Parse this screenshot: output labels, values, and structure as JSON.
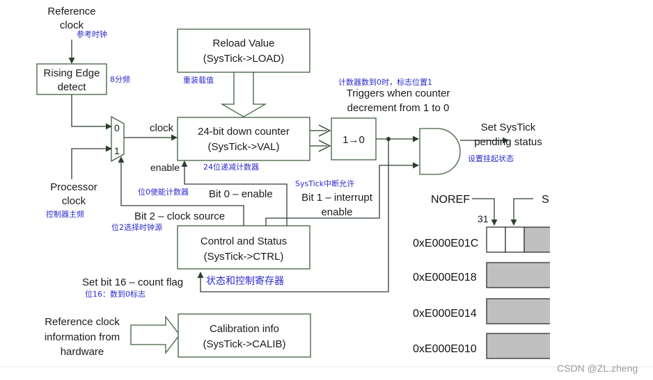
{
  "reference_clock": {
    "line1": "Reference",
    "line2": "clock",
    "cn": "参考时钟"
  },
  "rising_edge": {
    "line1": "Rising Edge",
    "line2": "detect",
    "cn": "8分频"
  },
  "mux": {
    "input0": "0",
    "input1": "1",
    "clock_label": "clock"
  },
  "processor_clock": {
    "line1": "Processor",
    "line2": "clock",
    "cn": "控制器主频"
  },
  "reload": {
    "line1": "Reload Value",
    "line2": "(SysTick->LOAD)",
    "cn": "重装载值"
  },
  "counter": {
    "line1": "24-bit down counter",
    "line2": "(SysTick->VAL)",
    "cn": "24位递减计数器",
    "enable": "enable"
  },
  "trigger": {
    "label": "1→0",
    "cn": "计数器数到0时，标志位置1",
    "line1": "Triggers when counter",
    "line2": "decrement from 1 to 0"
  },
  "and_gate": {
    "line1": "Set SysTick",
    "line2": "pending status",
    "cn": "设置挂起状态"
  },
  "bits": {
    "bit0": "Bit 0 – enable",
    "bit0_cn": "位0使能计数器",
    "bit1_line1": "Bit 1 – interrupt",
    "bit1_line2": "enable",
    "bit1_cn": "SysTick中断允许",
    "bit2": "Bit 2 – clock source",
    "bit2_cn": "位2选择时钟源",
    "bit16": "Set bit 16 – count flag",
    "bit16_cn": "位16：数到0标志"
  },
  "control": {
    "line1": "Control and Status",
    "line2": "(SysTick->CTRL)",
    "cn": "状态和控制寄存器"
  },
  "calibration": {
    "line1": "Calibration info",
    "line2": "(SysTick->CALIB)",
    "src_line1": "Reference clock",
    "src_line2": "information from",
    "src_line3": "hardware"
  },
  "registers": {
    "noref": "NOREF",
    "skew": "S",
    "bit31": "31",
    "addresses": [
      "0xE000E01C",
      "0xE000E018",
      "0xE000E014",
      "0xE000E010"
    ],
    "fill_color": "#c0c0c0"
  },
  "watermark": "CSDN @ZL.zheng"
}
